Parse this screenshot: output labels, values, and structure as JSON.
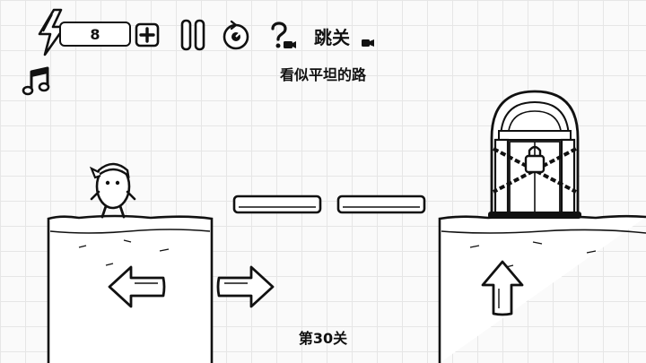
{
  "hud": {
    "energy_value": "8",
    "skip_label": "跳关"
  },
  "level": {
    "hint": "看似平坦的路",
    "label": "第30关"
  },
  "icons": {
    "energy": "lightning-bolt-icon",
    "add": "plus-icon",
    "pause": "pause-icon",
    "restart": "restart-icon",
    "hint": "question-video-icon",
    "skip_badge": "video-badge-icon",
    "music": "music-note-icon",
    "left": "arrow-left-icon",
    "right": "arrow-right-icon",
    "jump": "arrow-up-icon"
  }
}
